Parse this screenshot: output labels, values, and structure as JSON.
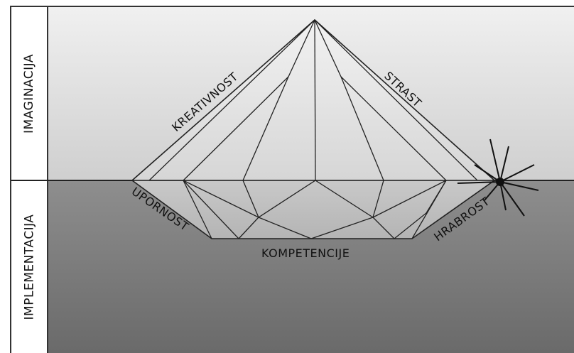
{
  "sections": {
    "top_label": "IMAGINACIJA",
    "bottom_label": "IMPLEMENTACIJA"
  },
  "labels": {
    "kreativnost": "KREATIVNOST",
    "strast": "STRAST",
    "upornost": "UPORNOST",
    "hrabrost": "HRABROST",
    "kompetencije": "KOMPETENCIJE"
  }
}
